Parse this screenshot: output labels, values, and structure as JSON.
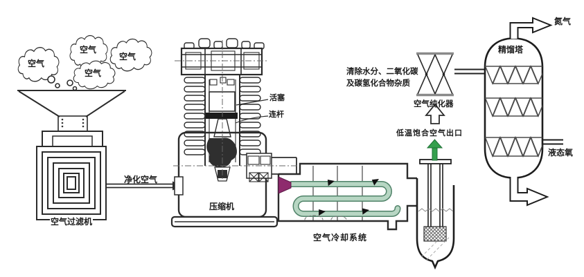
{
  "diagram": {
    "clouds": [
      {
        "label": "空气"
      },
      {
        "label": "空气"
      },
      {
        "label": "空气"
      },
      {
        "label": "空气"
      }
    ],
    "labels": {
      "filter": "空气过滤机",
      "purified_air": "净化空气",
      "piston": "活塞",
      "connecting_rod": "连杆",
      "compressor": "压缩机",
      "cooling_system": "空气冷却系统",
      "cold_air_outlet": "低温饱合空气出口",
      "purifier_note_line1": "清除水分、二氧化碳",
      "purifier_note_line2": "及碳氢化合物杂质",
      "purifier": "空气纯化器",
      "tower": "精馏塔",
      "nitrogen": "氮气",
      "liquid_oxygen": "液态氧"
    },
    "colors": {
      "line": "#2b2b2b",
      "coil_fill": "#b7d6c3",
      "coil_edge": "#4f8268",
      "cone": "#8e2b6d",
      "green_arrow": "#35a04d",
      "purifier_bar": "#8a8a8a"
    }
  }
}
